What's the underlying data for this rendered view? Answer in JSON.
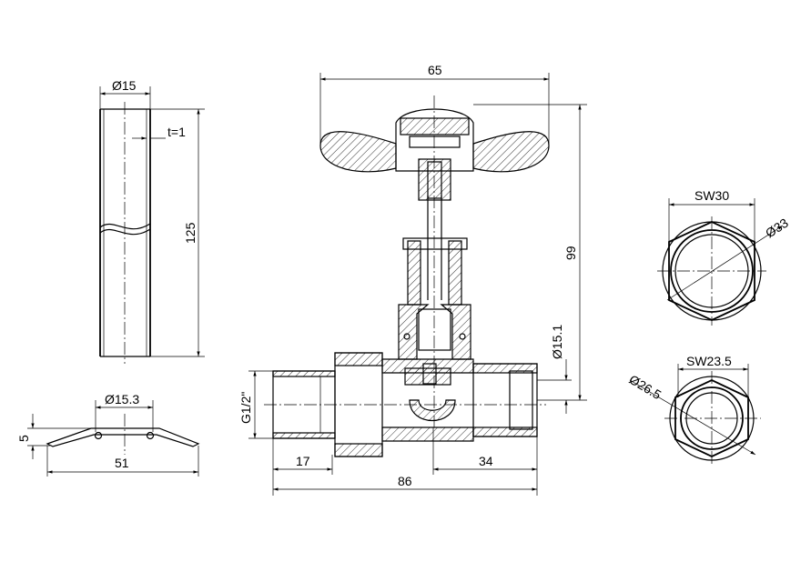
{
  "pipe": {
    "diameter": "Ø15",
    "thickness": "t=1",
    "length": "125"
  },
  "rosette": {
    "diameter": "Ø15.3",
    "height": "5",
    "width": "51"
  },
  "valve": {
    "handle_width": "65",
    "height": "99",
    "outlet_diameter": "Ø15.1",
    "thread": "G1/2\"",
    "inlet_length": "17",
    "total_length": "86",
    "outlet_length": "34"
  },
  "nut_large": {
    "wrench_size": "SW30",
    "diameter": "Ø33"
  },
  "nut_small": {
    "wrench_size": "SW23.5",
    "diameter": "Ø26.5"
  }
}
